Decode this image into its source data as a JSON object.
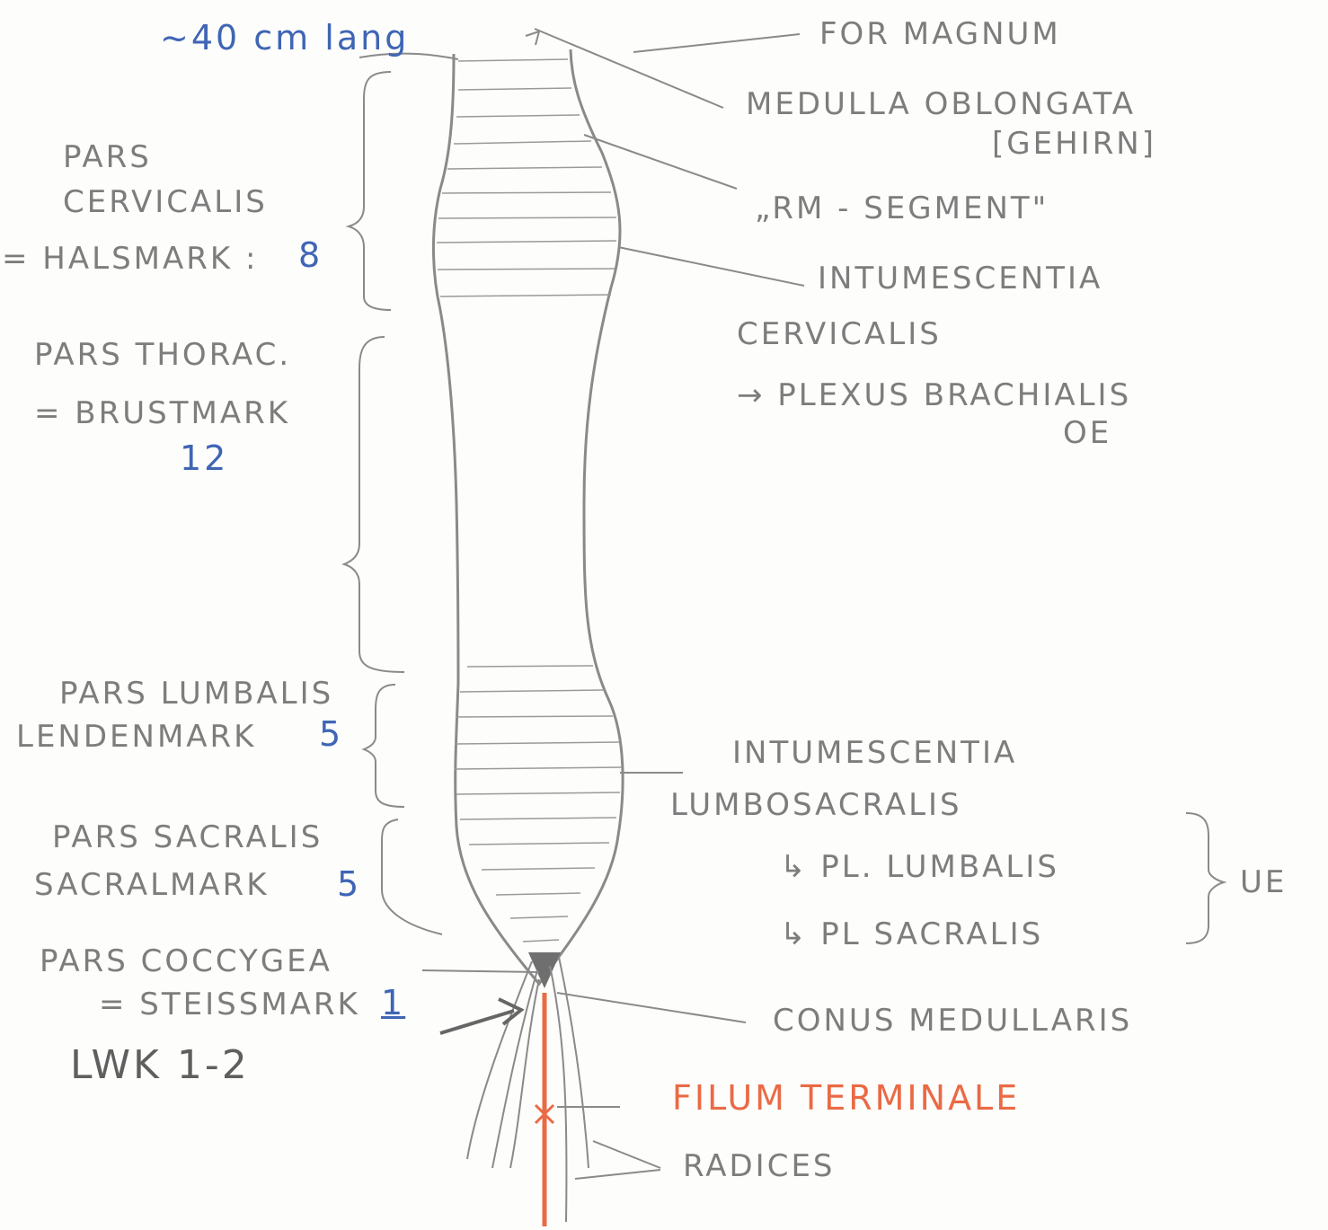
{
  "length_note": "~40 cm lang",
  "left_labels": {
    "cervical_name": [
      "PARS",
      "CERVICALIS"
    ],
    "cervical_german": "= HALSMARK :",
    "cervical_count": "8",
    "thoracic_name": "PARS THORAC.",
    "thoracic_german": "= BRUSTMARK",
    "thoracic_count": "12",
    "lumbar_name": "PARS LUMBALIS",
    "lumbar_german": "LENDENMARK",
    "lumbar_count": "5",
    "sacral_name": "PARS SACRALIS",
    "sacral_german": "SACRALMARK",
    "sacral_count": "5",
    "coccygeal_name": "PARS COCCYGEA",
    "coccygeal_german": "= STEISSMARK",
    "coccygeal_count": "1",
    "vertebra_level": "LWK 1-2"
  },
  "right_labels": {
    "foramen_magnum": "FOR MAGNUM",
    "medulla_oblongata": "MEDULLA OBLONGATA",
    "brain_note": "[GEHIRN]",
    "segment": "„RM - SEGMENT\"",
    "intumescentia_cervicalis": [
      "INTUMESCENTIA",
      "CERVICALIS"
    ],
    "plexus_brachialis": "→ PLEXUS BRACHIALIS",
    "upper_extremity": "OE",
    "intumescentia_lumbosacralis": [
      "INTUMESCENTIA",
      "LUMBOSACRALIS"
    ],
    "plexus_lumbalis": "↳ PL. LUMBALIS",
    "plexus_sacralis": "↳ PL SACRALIS",
    "lower_extremity": "UE",
    "conus_medullaris": "CONUS MEDULLARIS",
    "filum_terminale": "FILUM TERMINALE",
    "radices": "RADICES"
  },
  "colors": {
    "pencil": "#8a8a8a",
    "blue": "#3f65b5",
    "red": "#ea6a45"
  }
}
